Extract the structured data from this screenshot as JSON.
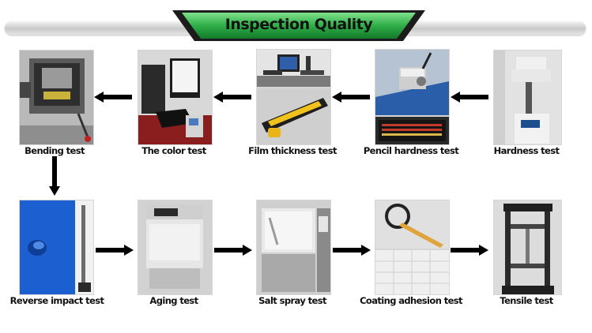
{
  "header": {
    "title": "Inspection Quality",
    "banner_color": "#2fae48"
  },
  "row1": {
    "steps": [
      {
        "label": "Bending test"
      },
      {
        "label": "The color test"
      },
      {
        "label": "Film thickness test"
      },
      {
        "label": "Pencil hardness test"
      },
      {
        "label": "Hardness test"
      }
    ],
    "flow": "right-to-left"
  },
  "row2": {
    "steps": [
      {
        "label": "Reverse impact test"
      },
      {
        "label": "Aging test"
      },
      {
        "label": "Salt spray test"
      },
      {
        "label": "Coating adhesion test"
      },
      {
        "label": "Tensile test"
      }
    ],
    "flow": "left-to-right"
  },
  "icons": {
    "arrow": "black-arrow-icon",
    "down_arrow": "black-down-arrow-icon"
  }
}
